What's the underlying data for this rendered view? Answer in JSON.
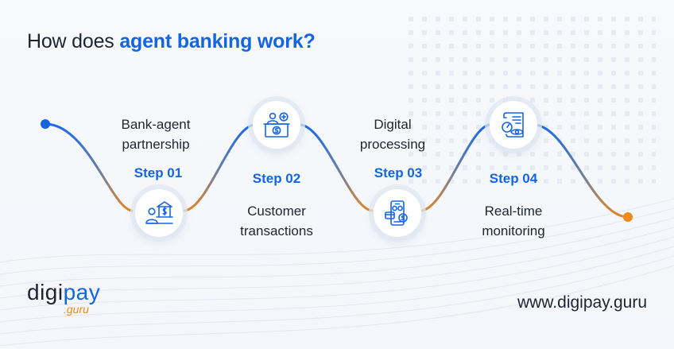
{
  "title": {
    "prefix": "How does ",
    "highlight": "agent banking work?"
  },
  "steps": [
    {
      "label": "Step 01",
      "caption_line1": "Bank-agent",
      "caption_line2": "partnership",
      "icon": "bank-agent-icon"
    },
    {
      "label": "Step 02",
      "caption_line1": "Customer",
      "caption_line2": "transactions",
      "icon": "cashier-counter-icon"
    },
    {
      "label": "Step 03",
      "caption_line1": "Digital",
      "caption_line2": "processing",
      "icon": "mobile-payment-icon"
    },
    {
      "label": "Step 04",
      "caption_line1": "Real-time",
      "caption_line2": "monitoring",
      "icon": "monitoring-report-icon"
    }
  ],
  "brand": {
    "main_a": "digi",
    "main_b": "pay",
    "sub": ".guru"
  },
  "website": "www.digipay.guru",
  "colors": {
    "accent": "#1565e0",
    "orange": "#f08a1a",
    "text": "#1d2530"
  }
}
